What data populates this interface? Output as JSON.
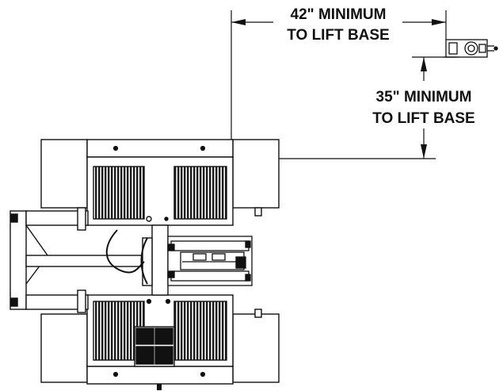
{
  "annotations": {
    "horizontal_clearance": {
      "line1": "42\" MINIMUM",
      "line2": "TO LIFT BASE"
    },
    "vertical_clearance": {
      "line1": "35\" MINIMUM",
      "line2": "TO LIFT BASE"
    }
  },
  "colors": {
    "line": "#111111",
    "fill": "#ffffff"
  },
  "icons": {
    "arrowheads": "filled-triangle",
    "power_unit": "motor-box-icon"
  }
}
